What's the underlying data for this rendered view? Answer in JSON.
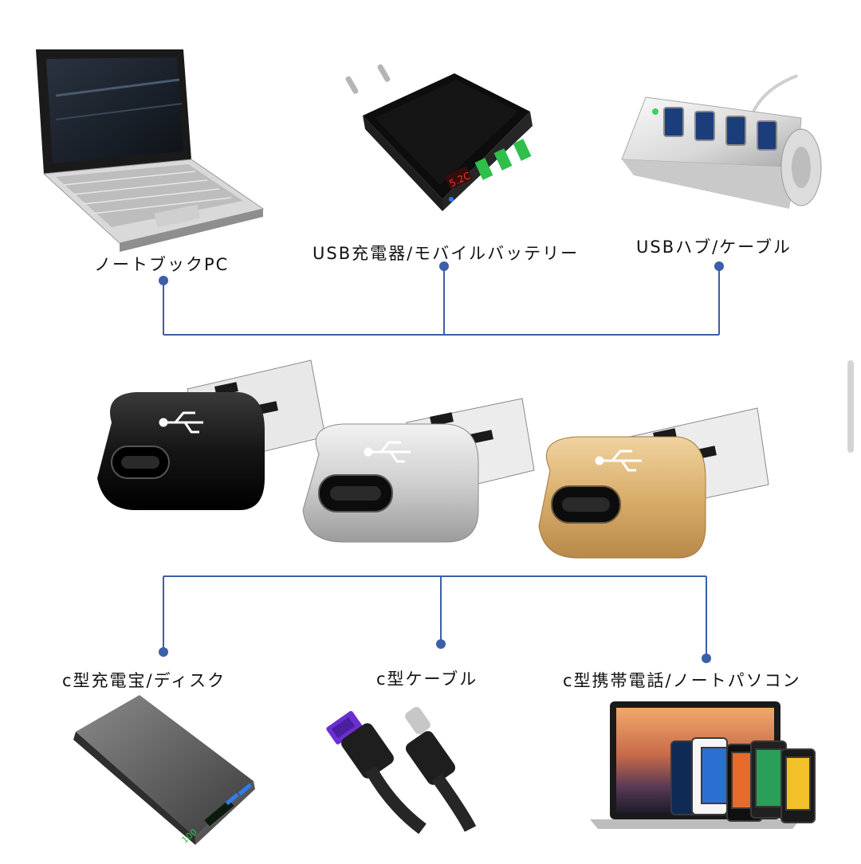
{
  "labels": {
    "top": [
      "ノートブックPC",
      "USB充電器/モバイルバッテリー",
      "USBハブ/ケーブル"
    ],
    "bottom": [
      "c型充電宝/ディスク",
      "c型ケーブル",
      "c型携帯電話/ノートパソコン"
    ]
  },
  "charger_display": "5.2C",
  "powerbank_display": "100",
  "colors": {
    "connector_line": "#3b5fa8",
    "adapter_black": "#151515",
    "adapter_silver": "#c9c9c9",
    "adapter_gold": "#d9ae6b",
    "cable_purple": "#6b2fd1"
  },
  "icons": [
    "laptop-icon",
    "usb-charger-icon",
    "usb-hub-icon",
    "usb-adapter-icon",
    "power-bank-icon",
    "usb-c-cable-icon",
    "phones-laptop-icon"
  ]
}
